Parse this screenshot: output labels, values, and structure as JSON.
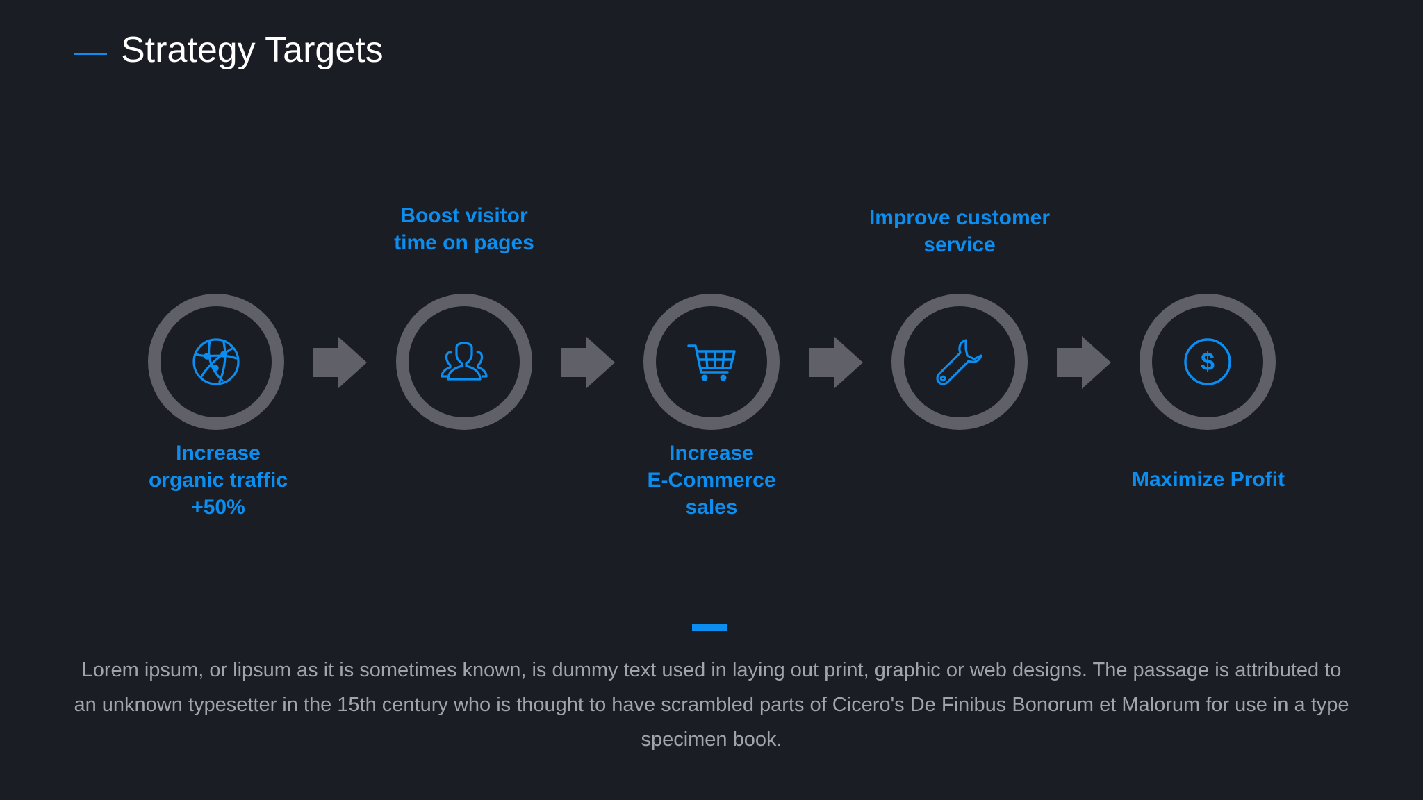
{
  "slide": {
    "title": "Strategy Targets",
    "body": "Lorem ipsum, or lipsum as it is sometimes known, is dummy text used in laying out print, graphic or web designs. The passage is attributed to an unknown typesetter in the 15th century who is thought to have scrambled parts of Cicero's De Finibus Bonorum et Malorum for use in a type specimen book."
  },
  "colors": {
    "accent": "#0b8ef0",
    "background": "#1b1d24",
    "ring": "#5f6068",
    "arrow": "#5f6068",
    "body_text": "#a0a4ad"
  },
  "steps": [
    {
      "label": "Increase\norganic traffic\n+50%",
      "icon": "globe-icon"
    },
    {
      "label": "Boost visitor\ntime on pages",
      "icon": "users-icon"
    },
    {
      "label": "Increase\nE-Commerce\nsales",
      "icon": "shopping-cart-icon"
    },
    {
      "label": "Improve customer\nservice",
      "icon": "wrench-icon"
    },
    {
      "label": "Maximize Profit",
      "icon": "dollar-icon"
    }
  ]
}
